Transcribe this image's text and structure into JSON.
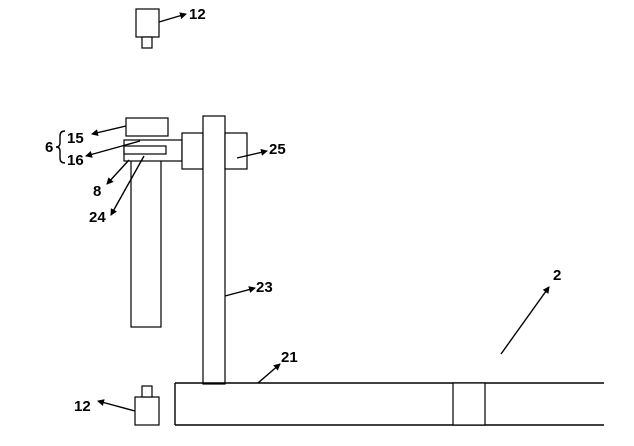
{
  "labels": {
    "camera_top": "12",
    "camera_bottom": "12",
    "group": "6",
    "upper_plate": "15",
    "lower_plate": "16",
    "bracket": "8",
    "arm": "24",
    "side_box": "25",
    "column": "23",
    "base": "21",
    "assembly": "2"
  },
  "colors": {
    "line": "#000000",
    "background": "#ffffff"
  }
}
